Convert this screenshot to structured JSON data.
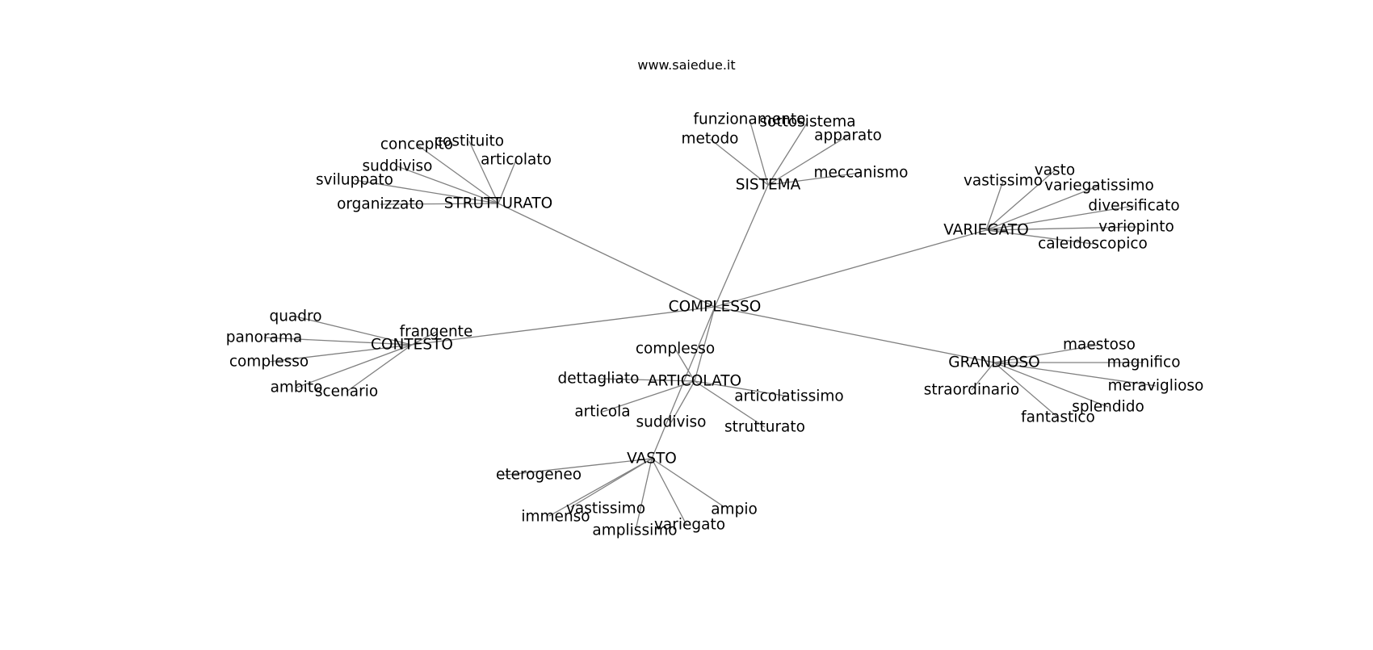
{
  "site": "www.saiedue.it",
  "graph": {
    "root": "COMPLESSO",
    "hubs": [
      {
        "id": "STRUTTURATO",
        "label": "STRUTTURATO",
        "leaves": [
          "concepito",
          "costituito",
          "articolato",
          "suddiviso",
          "sviluppato",
          "organizzato"
        ]
      },
      {
        "id": "SISTEMA",
        "label": "SISTEMA",
        "leaves": [
          "funzionamento",
          "sottosistema",
          "metodo",
          "apparato",
          "meccanismo"
        ]
      },
      {
        "id": "VARIEGATO",
        "label": "VARIEGATO",
        "leaves": [
          "vastissimo",
          "vasto",
          "variegatissimo",
          "diversificato",
          "variopinto",
          "caleidoscopico"
        ]
      },
      {
        "id": "CONTESTO",
        "label": "CONTESTO",
        "leaves": [
          "quadro",
          "frangente",
          "panorama",
          "complesso",
          "ambito",
          "scenario"
        ]
      },
      {
        "id": "GRANDIOSO",
        "label": "GRANDIOSO",
        "leaves": [
          "maestoso",
          "magnifico",
          "straordinario",
          "meraviglioso",
          "splendido",
          "fantastico"
        ]
      },
      {
        "id": "ARTICOLATO",
        "label": "ARTICOLATO",
        "leaves": [
          "complesso",
          "dettagliato",
          "articolatissimo",
          "articola",
          "suddiviso",
          "strutturato"
        ]
      },
      {
        "id": "VASTO",
        "label": "VASTO",
        "leaves": [
          "eterogeneo",
          "vastissimo",
          "ampio",
          "immenso",
          "amplissimo",
          "variegato"
        ]
      }
    ]
  }
}
